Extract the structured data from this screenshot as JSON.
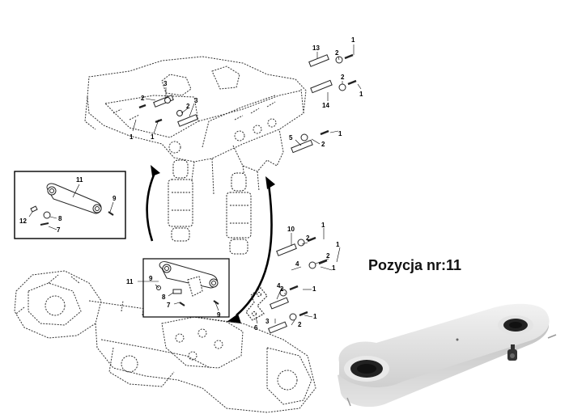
{
  "caption": "Pozycja nr:11",
  "callouts": {
    "c13": "13",
    "c1a": "1",
    "c2a": "2",
    "c2b": "2",
    "c1b": "1",
    "c14": "14",
    "c3a": "3",
    "c2c": "2",
    "c3b": "3",
    "c2d": "2",
    "c1c": "1",
    "c1d": "1",
    "c5": "5",
    "c1e": "1",
    "c2e": "2",
    "inset_top_11": "11",
    "inset_top_9": "9",
    "inset_top_12": "12",
    "inset_top_8": "8",
    "inset_top_7": "7",
    "c10": "10",
    "c1f": "1",
    "c2f": "2",
    "c1g": "1",
    "c4a": "4",
    "c2g": "2",
    "c1h": "1",
    "c4b": "4",
    "c2h": "2",
    "c1i": "1",
    "c3c": "3",
    "c2i": "2",
    "c1j": "1",
    "c6": "6",
    "inset_bot_11": "11",
    "inset_bot_9a": "9",
    "inset_bot_8": "8",
    "inset_bot_7": "7",
    "inset_bot_9b": "9"
  }
}
